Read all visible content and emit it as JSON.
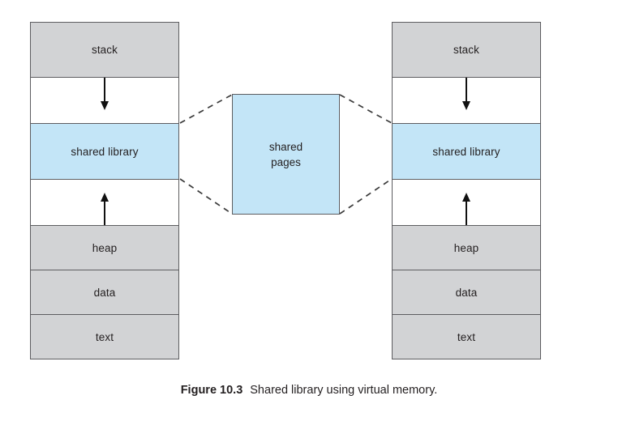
{
  "figure": {
    "caption_label": "Figure 10.3",
    "caption_text": "Shared library using virtual memory."
  },
  "colors": {
    "segment_fill": "#d2d3d5",
    "shared_fill": "#c3e5f7",
    "gap_fill": "#ffffff",
    "border": "#5d5d60",
    "arrow": "#111111",
    "text": "#231f20",
    "background": "#ffffff"
  },
  "shared_pages_box": {
    "line1": "shared",
    "line2": "pages"
  },
  "left_address_space": {
    "segments": [
      {
        "label": "stack",
        "kind": "filled"
      },
      {
        "label": "",
        "kind": "gap"
      },
      {
        "label": "shared library",
        "kind": "shared"
      },
      {
        "label": "",
        "kind": "gap"
      },
      {
        "label": "heap",
        "kind": "filled"
      },
      {
        "label": "data",
        "kind": "filled"
      },
      {
        "label": "text",
        "kind": "filled"
      }
    ],
    "arrows": [
      {
        "name": "stack-growth-arrow",
        "direction": "down"
      },
      {
        "name": "heap-growth-arrow",
        "direction": "up"
      }
    ]
  },
  "right_address_space": {
    "segments": [
      {
        "label": "stack",
        "kind": "filled"
      },
      {
        "label": "",
        "kind": "gap"
      },
      {
        "label": "shared library",
        "kind": "shared"
      },
      {
        "label": "",
        "kind": "gap"
      },
      {
        "label": "heap",
        "kind": "filled"
      },
      {
        "label": "data",
        "kind": "filled"
      },
      {
        "label": "text",
        "kind": "filled"
      }
    ],
    "arrows": [
      {
        "name": "stack-growth-arrow",
        "direction": "down"
      },
      {
        "name": "heap-growth-arrow",
        "direction": "up"
      }
    ]
  },
  "connectors": [
    {
      "name": "left-upper-connector",
      "from": "left-shared-library-top-right",
      "to": "shared-pages-top-left"
    },
    {
      "name": "left-lower-connector",
      "from": "left-shared-library-bottom-right",
      "to": "shared-pages-bottom-left"
    },
    {
      "name": "right-upper-connector",
      "from": "shared-pages-top-right",
      "to": "right-shared-library-top-left"
    },
    {
      "name": "right-lower-connector",
      "from": "shared-pages-bottom-right",
      "to": "right-shared-library-bottom-left"
    }
  ]
}
